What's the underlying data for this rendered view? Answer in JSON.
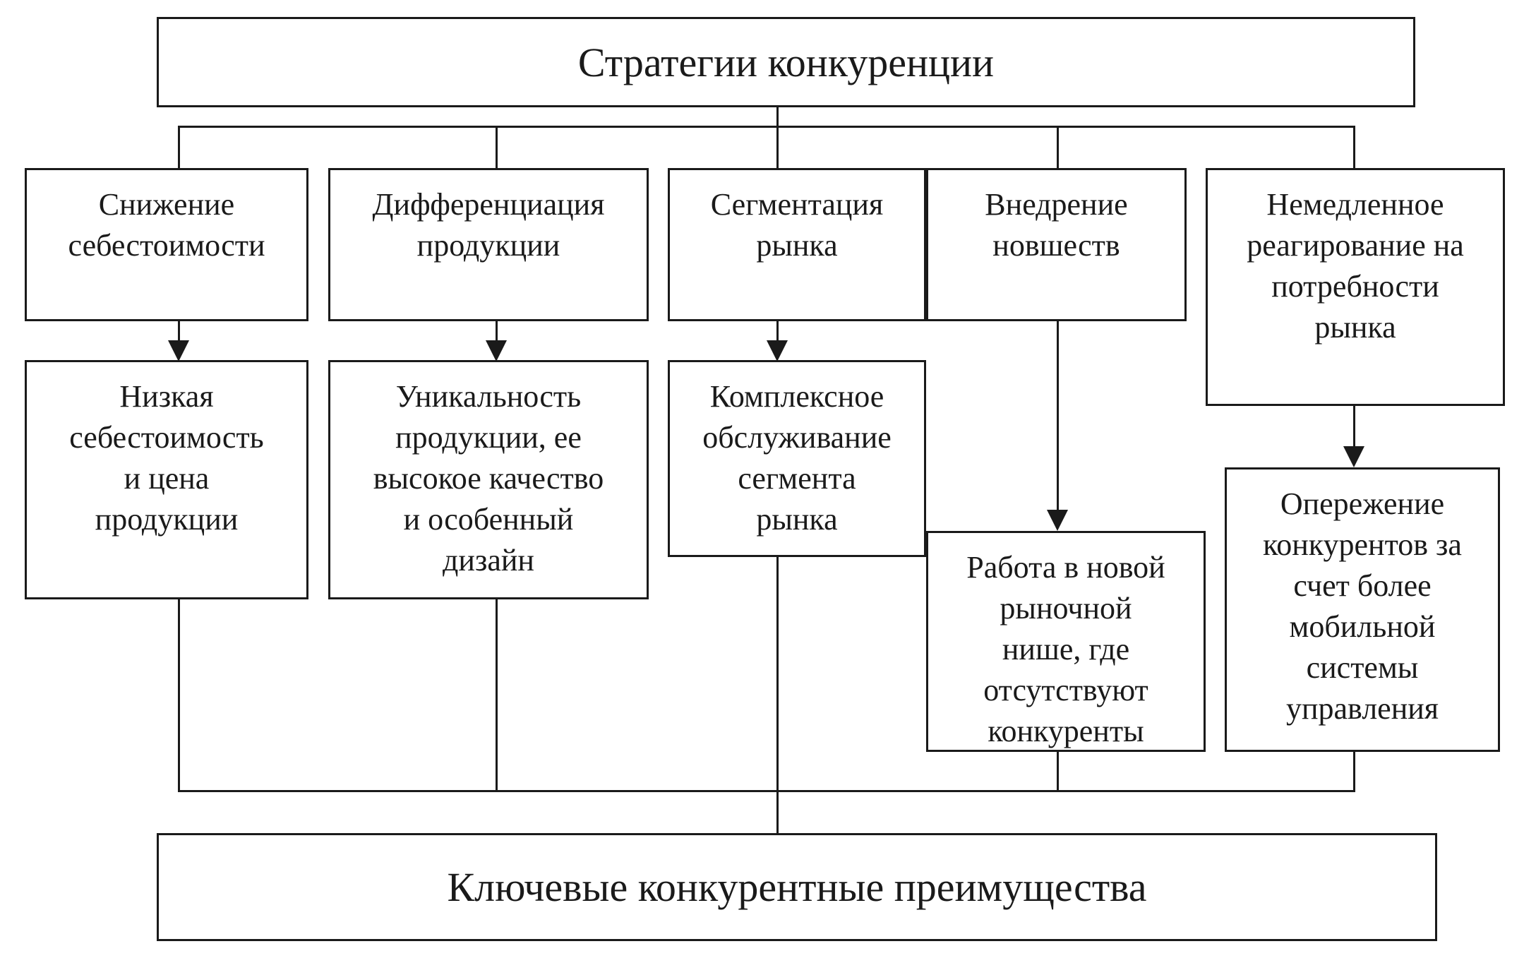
{
  "top": {
    "label": "Стратегии конкуренции"
  },
  "bottom": {
    "label": "Ключевые конкурентные преимущества"
  },
  "strategies": [
    {
      "label": "Снижение\nсебестоимости"
    },
    {
      "label": "Дифференциация\nпродукции"
    },
    {
      "label": "Сегментация\nрынка"
    },
    {
      "label": "Внедрение\nновшеств"
    },
    {
      "label": "Немедленное\nреагирование на\nпотребности\nрынка"
    }
  ],
  "outcomes": [
    {
      "label": "Низкая\nсебестоимость\nи цена\nпродукции"
    },
    {
      "label": "Уникальность\nпродукции, ее\nвысокое качество\nи особенный\nдизайн"
    },
    {
      "label": "Комплексное\nобслуживание\nсегмента\nрынка"
    },
    {
      "label": "Работа в новой\nрыночной\nнише, где\nотсутствуют\nконкуренты"
    },
    {
      "label": "Опережение\nконкурентов за\nсчет более\nмобильной\nсистемы\nуправления"
    }
  ]
}
